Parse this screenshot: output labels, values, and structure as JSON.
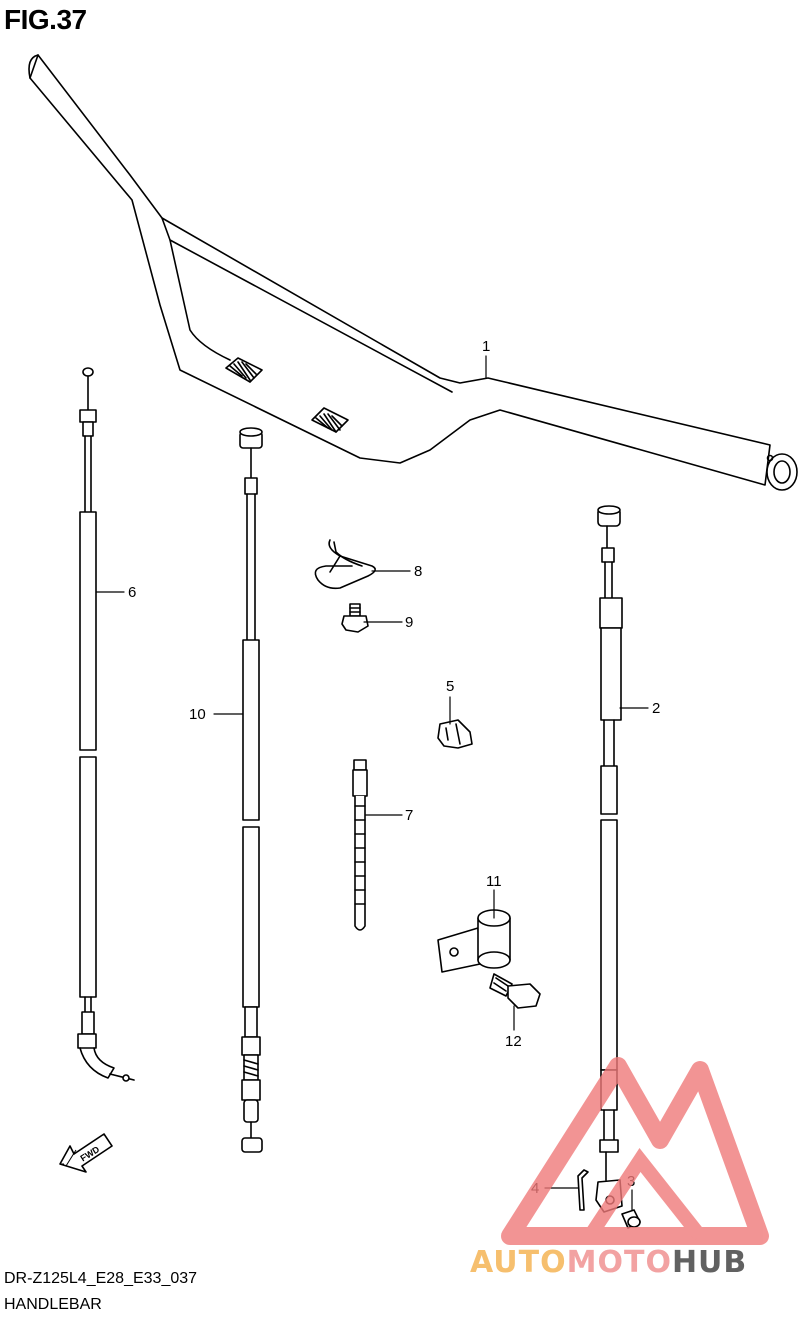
{
  "figure": {
    "title": "FIG.37"
  },
  "footer": {
    "code": "DR-Z125L4_E28_E33_037",
    "name": "HANDLEBAR"
  },
  "fwd_label": "FWD",
  "callouts": [
    {
      "id": "1",
      "text": "1"
    },
    {
      "id": "2",
      "text": "2"
    },
    {
      "id": "3",
      "text": "3"
    },
    {
      "id": "4",
      "text": "4"
    },
    {
      "id": "5",
      "text": "5"
    },
    {
      "id": "6",
      "text": "6"
    },
    {
      "id": "7",
      "text": "7"
    },
    {
      "id": "8",
      "text": "8"
    },
    {
      "id": "9",
      "text": "9"
    },
    {
      "id": "10",
      "text": "10"
    },
    {
      "id": "11",
      "text": "11"
    },
    {
      "id": "12",
      "text": "12"
    }
  ],
  "watermark": {
    "part1": "AUTO",
    "part2": "MOTO",
    "part3": "HUB",
    "colors": {
      "auto": "#f5b04a",
      "moto": "#f08c8c",
      "hub": "#3a3a3a",
      "triangle": "#f07a7a"
    }
  }
}
